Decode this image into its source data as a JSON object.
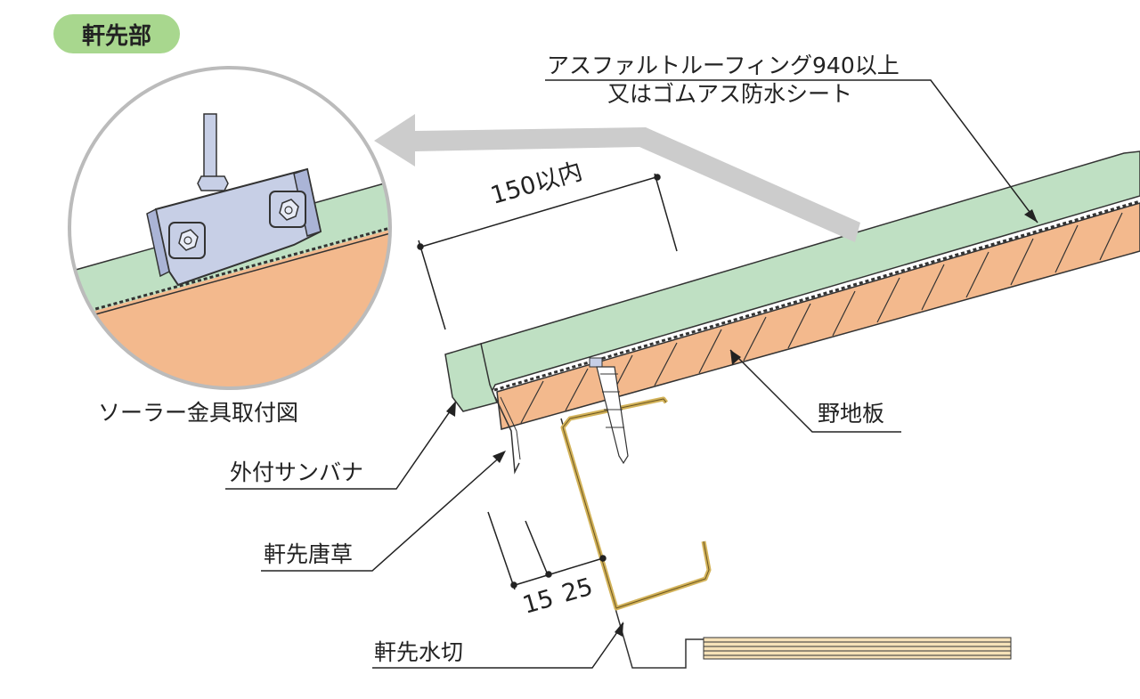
{
  "title": "軒先部",
  "labels": {
    "roofing_line1": "アスファルトルーフィング940以上",
    "roofing_line2": "又はゴムアス防水シート",
    "detail_caption": "ソーラー金具取付図",
    "outer_trim": "外付サンバナ",
    "eave_karakusa": "軒先唐草",
    "sheathing": "野地板",
    "eave_drip": "軒先水切"
  },
  "dimensions": {
    "top": "150以内",
    "left": "15",
    "right": "25"
  },
  "colors": {
    "roof_green": "#bfe0c3",
    "board_orange": "#f3b98d",
    "bracket_blue": "#c7cfe6",
    "gutter_gold": "#d3b35a",
    "title_badge": "#a8d78e"
  }
}
